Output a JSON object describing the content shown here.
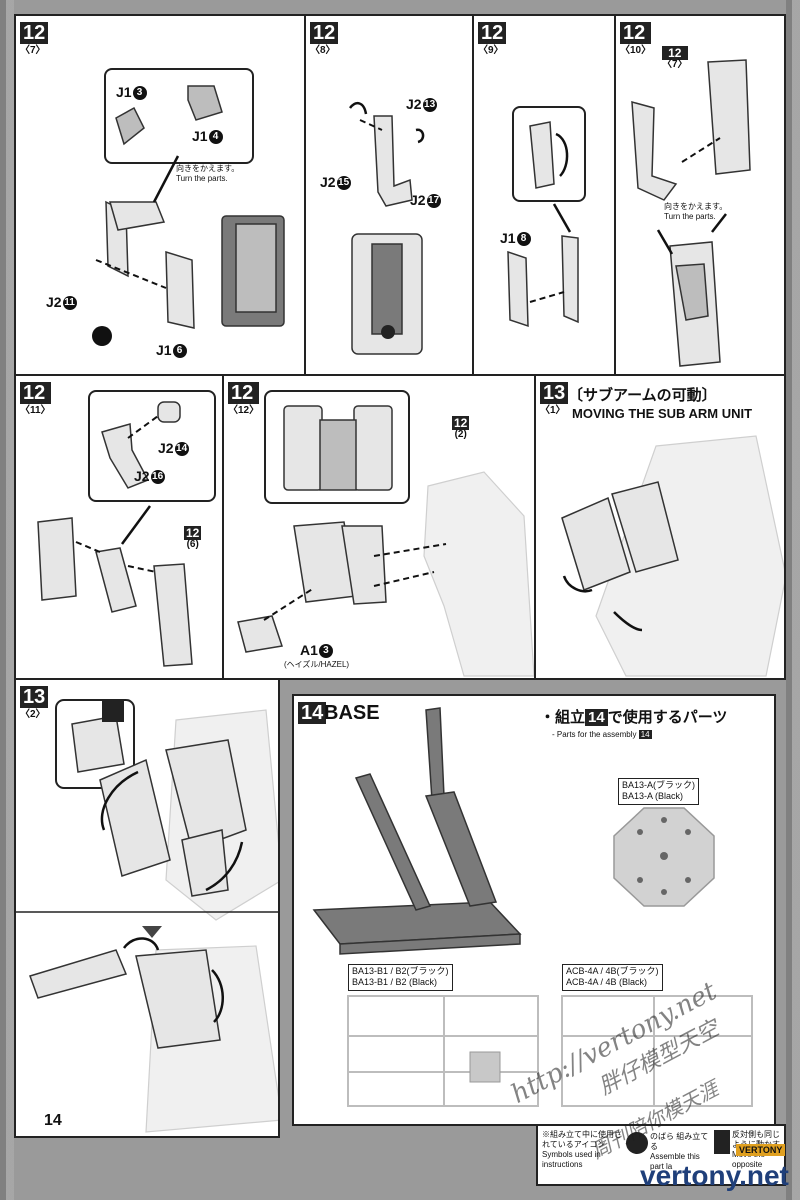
{
  "page_number": "14",
  "panels": {
    "p12_7": {
      "step": "12",
      "sub": "〈7〉",
      "labels": {
        "j1_3": "J1",
        "j1_3n": "3",
        "j1_4": "J1",
        "j1_4n": "4",
        "j2_11": "J2",
        "j2_11n": "11",
        "j1_6": "J1",
        "j1_6n": "6"
      },
      "note_jp": "向きをかえます。",
      "note_en": "Turn the parts."
    },
    "p12_8": {
      "step": "12",
      "sub": "〈8〉",
      "labels": {
        "j2_13": "J2",
        "j2_13n": "13",
        "j2_15": "J2",
        "j2_15n": "15",
        "j2_17": "J2",
        "j2_17n": "17"
      }
    },
    "p12_9": {
      "step": "12",
      "sub": "〈9〉",
      "labels": {
        "j1_8": "J1",
        "j1_8n": "8"
      }
    },
    "p12_10": {
      "step": "12",
      "sub": "〈10〉",
      "ref_step": "12",
      "ref_sub": "〈7〉",
      "note_jp": "向きをかえます。",
      "note_en": "Turn the parts."
    },
    "p12_11": {
      "step": "12",
      "sub": "〈11〉",
      "labels": {
        "j2_14": "J2",
        "j2_14n": "14",
        "j2_16": "J2",
        "j2_16n": "16"
      },
      "ref_step": "12",
      "ref_sub": "(6)"
    },
    "p12_12": {
      "step": "12",
      "sub": "〈12〉",
      "ref_step": "12",
      "ref_sub": "(2)",
      "labels": {
        "a1_3": "A1",
        "a1_3n": "3",
        "a1_note": "(ヘイズル/HAZEL)"
      }
    },
    "p13_1": {
      "step": "13",
      "sub": "〈1〉",
      "title_jp": "〔サブアームの可動〕",
      "title_en": "MOVING THE SUB ARM UNIT"
    },
    "p13_2": {
      "step": "13",
      "sub": "〈2〉"
    },
    "p14": {
      "step": "14",
      "title": "BASE",
      "parts_jp_pre": "・組立",
      "parts_jp_num": "14",
      "parts_jp_post": "で使用するパーツ",
      "parts_en": "- Parts for the assembly",
      "parts_en_num": "14",
      "runners": [
        {
          "code": "BA13-A(ブラック)",
          "sub": "BA13-A (Black)"
        },
        {
          "code": "BA13-B1 / B2(ブラック)",
          "sub": "BA13-B1 / B2 (Black)"
        },
        {
          "code": "ACB-4A / 4B(ブラック)",
          "sub": "ACB-4A / 4B (Black)"
        }
      ]
    }
  },
  "footer": {
    "icons_jp": "※組み立て中に使用されているアイコン",
    "icons_en": "Symbols used in instructions",
    "icon1_jp": "のばら 組み立てる",
    "icon1_en": "Assemble this part la",
    "icon2_jp": "反対側も同じように動かす",
    "icon2_en": "Move the opposite"
  },
  "watermark": {
    "url": "http://vertony.net",
    "site": "vertony.net",
    "badge": "VERTONY",
    "cn1": "胖仔模型天空",
    "cn2": "周刊陪你模天涯"
  },
  "colors": {
    "ink": "#111111",
    "part": "#e6e6e6",
    "base": "#7a7a7a",
    "frame": "#222222"
  }
}
